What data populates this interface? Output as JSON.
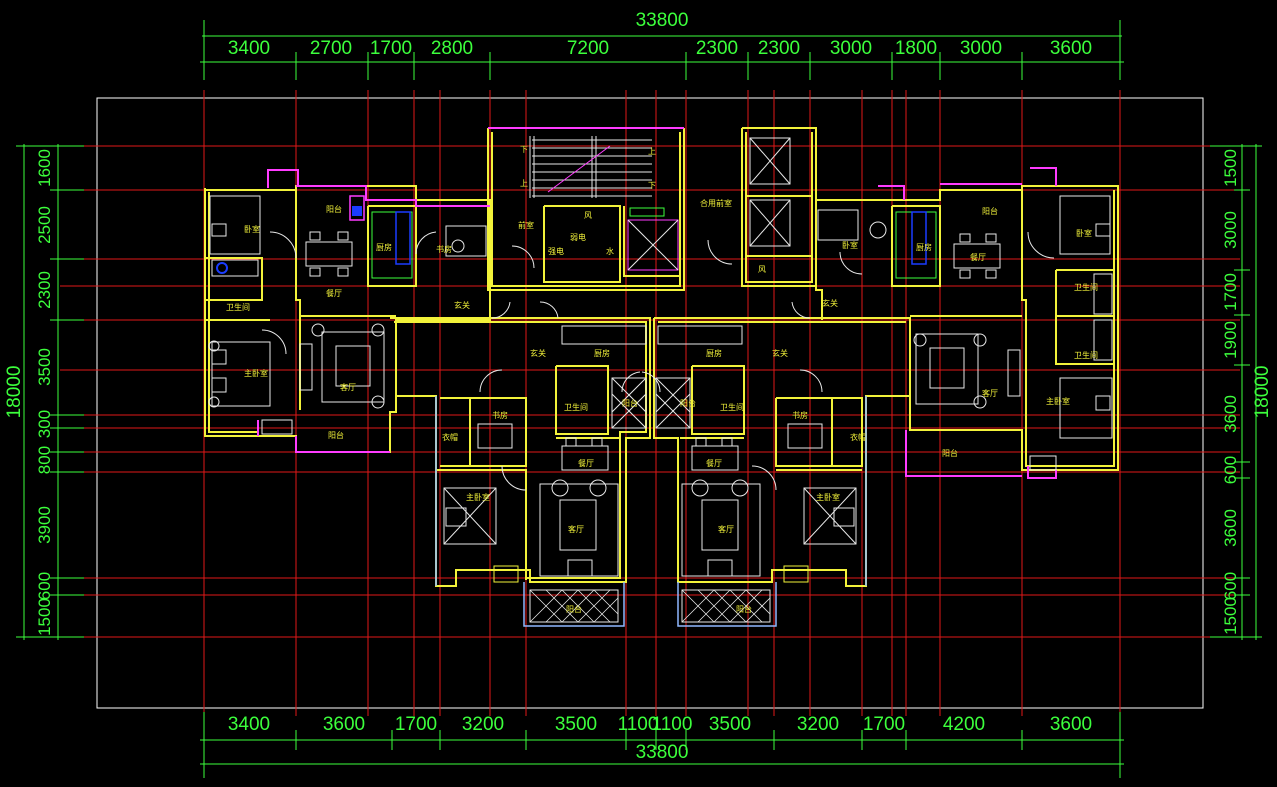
{
  "drawing": {
    "top_total": "33800",
    "top_segments": [
      "3400",
      "2700",
      "1700",
      "2800",
      "7200",
      "2300",
      "2300",
      "3000",
      "1800",
      "3000",
      "3600"
    ],
    "bottom_segments": [
      "3400",
      "3600",
      "1700",
      "3200",
      "3500",
      "1100",
      "1100",
      "3500",
      "3200",
      "1700",
      "4200",
      "3600"
    ],
    "bottom_total": "33800",
    "left_total": "18000",
    "left_segments": [
      "1600",
      "2500",
      "2300",
      "3500",
      "300",
      "800",
      "3900",
      "600",
      "1500"
    ],
    "right_total": "18000",
    "right_segments": [
      "1500",
      "3000",
      "1700",
      "1900",
      "3600",
      "600",
      "3600",
      "600",
      "1500"
    ]
  },
  "rooms": {
    "ll_balcony1": "阳台",
    "ll_bedroom": "卧室",
    "ll_dining": "餐厅",
    "ll_kitchen": "厨房",
    "ll_study": "书房",
    "ll_bath": "卫生间",
    "ll_master": "主卧室",
    "ll_living": "客厅",
    "ll_balcony2": "阳台",
    "ll_foyer": "玄关",
    "core_front": "前室",
    "core_shared_front": "合用前室",
    "core_wind1": "风",
    "core_wind2": "风",
    "core_pipe1": "强电",
    "core_pipe2": "弱电",
    "core_water": "水",
    "stair_down": "下",
    "stair_up": "上",
    "lc_foyer": "玄关",
    "lc_kitchen": "厨房",
    "lc_bath": "卫生间",
    "lc_balcony": "阳台",
    "lc_study": "书房",
    "lc_dining": "餐厅",
    "lc_living": "客厅",
    "lc_master": "主卧室",
    "lc_balcony2": "阳台",
    "lc_wardrobe": "衣帽",
    "rc_kitchen": "厨房",
    "rc_foyer": "玄关",
    "rc_bath": "卫生间",
    "rc_balcony": "阳台",
    "rc_dining": "餐厅",
    "rc_study": "书房",
    "rc_living": "客厅",
    "rc_master": "主卧室",
    "rc_balcony2": "阳台",
    "rc_wardrobe": "衣帽",
    "rr_bedroom": "卧室",
    "rr_balcony1": "阳台",
    "rr_kitchen": "厨房",
    "rr_dining": "餐厅",
    "rr_foyer": "玄关",
    "rr_bath1": "卫生间",
    "rr_bath2": "卫生间",
    "rr_living": "客厅",
    "rr_master": "主卧室",
    "rr_balcony2": "阳台"
  },
  "colors": {
    "background": "#000000",
    "dimension": "#3cff3c",
    "grid": "#e01818",
    "frame": "#ffffff",
    "wall": "#f2f23a",
    "furniture": "#e8e8e8",
    "accent": "#ff3cff",
    "glass": "#8fb8ff"
  }
}
